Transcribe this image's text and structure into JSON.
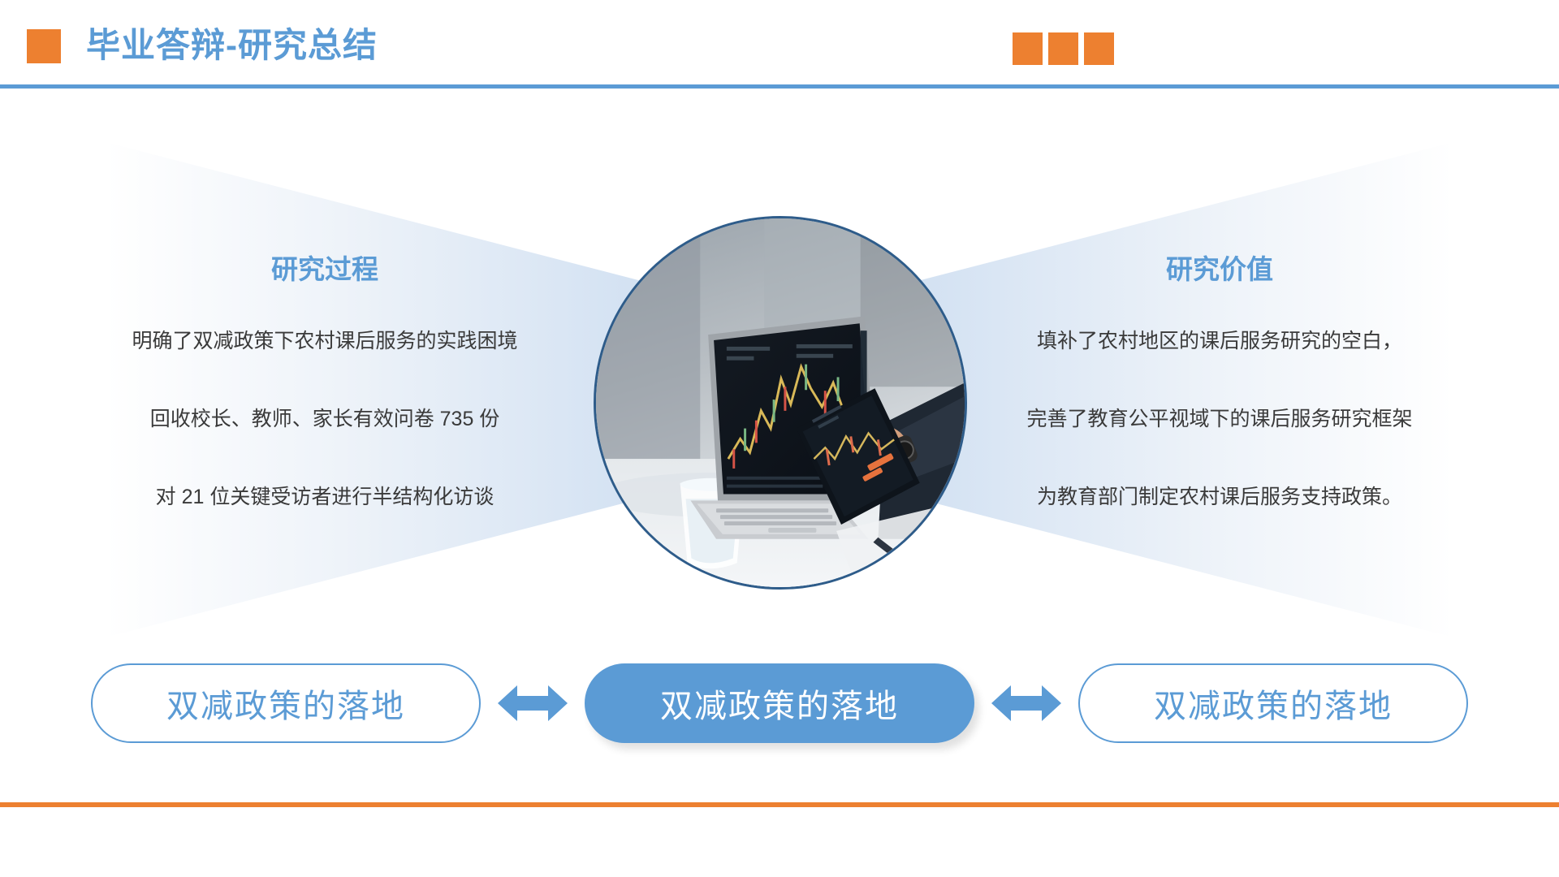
{
  "header": {
    "title": "毕业答辩-研究总结",
    "marker_color": "#ED8030",
    "title_color": "#5B9BD5",
    "rule_color": "#5B9BD5",
    "corner_squares": [
      "square-1",
      "square-2",
      "square-3"
    ]
  },
  "columns": {
    "left": {
      "heading": "研究过程",
      "lines": [
        "明确了双减政策下农村课后服务的实践困境",
        "回收校长、教师、家长有效问卷 735 份",
        "对 21 位关键受访者进行半结构化访谈"
      ]
    },
    "right": {
      "heading": "研究价值",
      "lines": [
        "填补了农村地区的课后服务研究的空白，",
        "完善了教育公平视域下的课后服务研究框架",
        "为教育部门制定农村课后服务支持政策。"
      ]
    }
  },
  "center_image": {
    "alt": "laptop-and-tablet-stock-chart-photo",
    "border_color": "#2E5C8A"
  },
  "pills": [
    {
      "label": "双减政策的落地",
      "style": "outline"
    },
    {
      "label": "双减政策的落地",
      "style": "filled"
    },
    {
      "label": "双减政策的落地",
      "style": "outline"
    }
  ],
  "arrows": [
    {
      "name": "double-arrow-left"
    },
    {
      "name": "double-arrow-right"
    }
  ],
  "footer": {
    "rule_color": "#ED8030"
  },
  "theme": {
    "accent_blue": "#5B9BD5",
    "accent_orange": "#ED8030",
    "body_text": "#3A3A3A",
    "background": "#FFFFFF"
  }
}
